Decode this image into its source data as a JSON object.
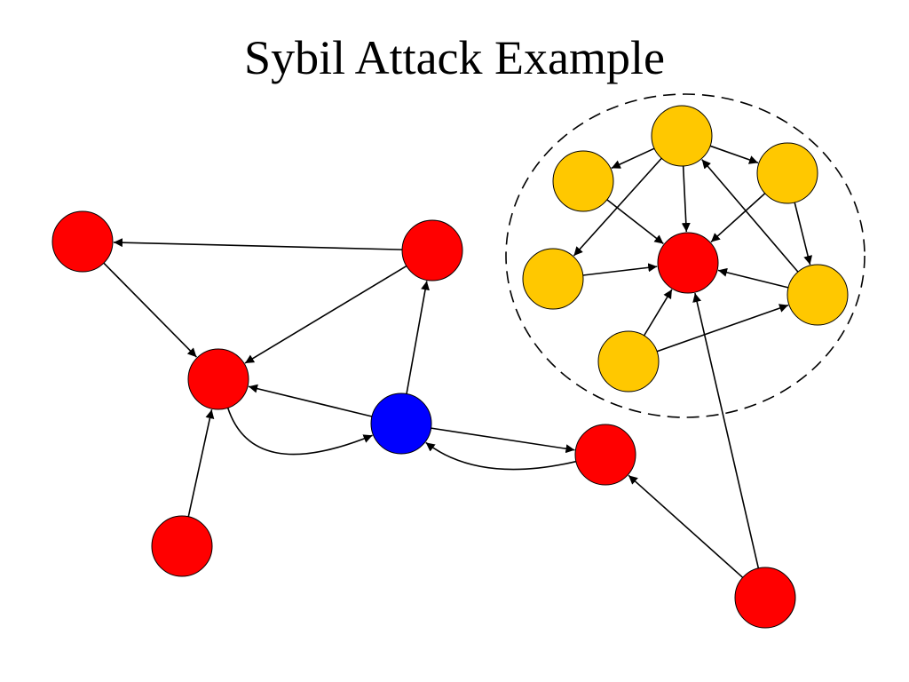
{
  "title": "Sybil Attack Example",
  "colors": {
    "honest": "#ff0000",
    "attacker": "#0000ff",
    "sybil": "#ffc800",
    "edge": "#000000"
  },
  "nodes": [
    {
      "id": "h1",
      "role": "honest"
    },
    {
      "id": "h2",
      "role": "honest"
    },
    {
      "id": "h3",
      "role": "honest"
    },
    {
      "id": "h4",
      "role": "honest"
    },
    {
      "id": "h5",
      "role": "honest"
    },
    {
      "id": "h6",
      "role": "honest"
    },
    {
      "id": "att",
      "role": "attacker"
    },
    {
      "id": "s-center",
      "role": "honest"
    },
    {
      "id": "y-top",
      "role": "sybil"
    },
    {
      "id": "y-ul",
      "role": "sybil"
    },
    {
      "id": "y-ur",
      "role": "sybil"
    },
    {
      "id": "y-ml",
      "role": "sybil"
    },
    {
      "id": "y-mr",
      "role": "sybil"
    },
    {
      "id": "y-b",
      "role": "sybil"
    }
  ],
  "edges": [
    {
      "from": "h2",
      "to": "h1"
    },
    {
      "from": "h1",
      "to": "h3"
    },
    {
      "from": "h2",
      "to": "h3"
    },
    {
      "from": "att",
      "to": "h2"
    },
    {
      "from": "att",
      "to": "h3"
    },
    {
      "from": "h3",
      "to": "att"
    },
    {
      "from": "h4",
      "to": "h3"
    },
    {
      "from": "att",
      "to": "h5"
    },
    {
      "from": "h5",
      "to": "att"
    },
    {
      "from": "h6",
      "to": "h5"
    },
    {
      "from": "h6",
      "to": "s-center"
    },
    {
      "from": "y-top",
      "to": "y-ul"
    },
    {
      "from": "y-top",
      "to": "y-ur"
    },
    {
      "from": "y-top",
      "to": "s-center"
    },
    {
      "from": "y-top",
      "to": "y-ml"
    },
    {
      "from": "y-ul",
      "to": "s-center"
    },
    {
      "from": "y-ur",
      "to": "s-center"
    },
    {
      "from": "y-ur",
      "to": "y-mr"
    },
    {
      "from": "y-mr",
      "to": "y-top"
    },
    {
      "from": "y-ml",
      "to": "s-center"
    },
    {
      "from": "y-mr",
      "to": "s-center"
    },
    {
      "from": "y-b",
      "to": "s-center"
    },
    {
      "from": "y-b",
      "to": "y-mr"
    }
  ]
}
